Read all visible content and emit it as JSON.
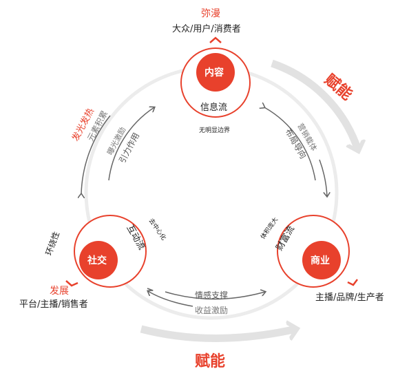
{
  "colors": {
    "accent": "#e8412c",
    "ring": "#e6e6e6",
    "arrow": "#666666"
  },
  "top": {
    "tag": "弥漫",
    "audience": "大众/用户/消费者",
    "node": "内容",
    "flow": "信息流",
    "note": "无明显边界"
  },
  "left": {
    "tag": "发展",
    "audience": "平台/主播/销售者",
    "node": "社交",
    "flow": "互动流",
    "side": "环绕性",
    "note": "去中心化"
  },
  "right": {
    "audience": "主播/品牌/生产者",
    "node": "商业",
    "flow": "财富流",
    "note": "体积庞大"
  },
  "empower": {
    "top_right": "赋能",
    "bottom": "赋能"
  },
  "links": {
    "left_outer_red": "发光发热",
    "left_outer": "元素积累",
    "left_inner_1": "曝光激励",
    "left_inner_2": "引力作用",
    "right_outer": "营销载体",
    "right_inner": "布局导向",
    "bottom_1": "情感支撑",
    "bottom_2": "收益激励"
  }
}
